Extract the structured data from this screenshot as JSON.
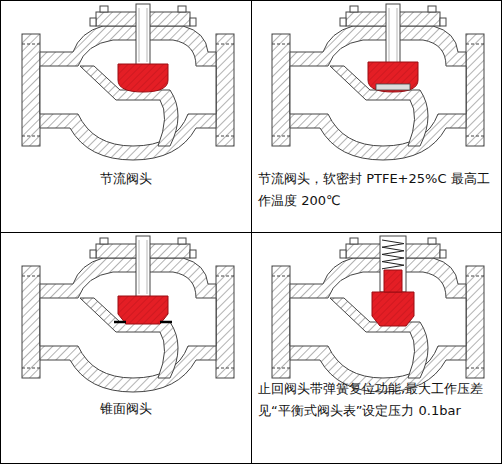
{
  "diagram": {
    "labels": [
      "节流阀头",
      "节流阀头，软密封 PTFE+25%C 最高工作温度 200℃",
      "锥面阀头",
      "止回阀头带弹簧复位功能,最大工作压差见“平衡式阀头表”设定压力 0.1bar"
    ]
  }
}
